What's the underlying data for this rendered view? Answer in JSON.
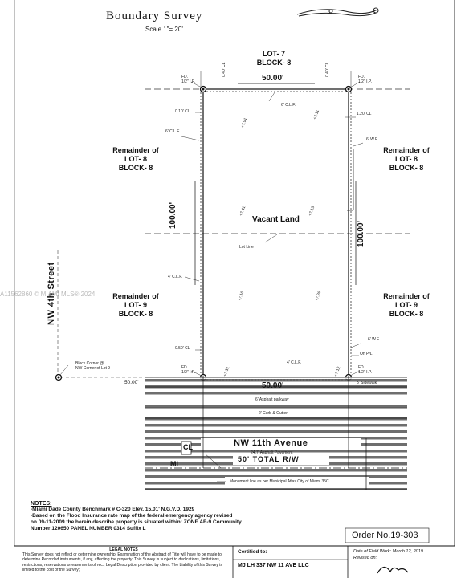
{
  "header": {
    "title": "Boundary Survey",
    "scale": "Scale 1\"= 20'"
  },
  "lots": {
    "top": [
      "LOT- 7",
      "BLOCK- 8"
    ],
    "left_upper": [
      "Remainder of",
      "LOT- 8",
      "BLOCK- 8"
    ],
    "right_upper": [
      "Remainder of",
      "LOT- 8",
      "BLOCK- 8"
    ],
    "left_lower": [
      "Remainder of",
      "LOT- 9",
      "BLOCK- 8"
    ],
    "right_lower": [
      "Remainder of",
      "LOT- 9",
      "BLOCK- 8"
    ],
    "center": "Vacant Land",
    "lot_line": "Lot Line"
  },
  "dimensions": {
    "top": "50.00'",
    "bottom": "50.00'",
    "left": "100.00'",
    "right": "100.00'",
    "street_offset": "50.00'"
  },
  "annotations": {
    "fd_tl": [
      "FD.",
      "1/2\" I.P."
    ],
    "fd_tr": [
      "FD.",
      "1/2\" I.P."
    ],
    "fd_bl": [
      "FD.",
      "1/2\" I.P."
    ],
    "fd_br": [
      "FD.",
      "1/2\" I.P."
    ],
    "cl_tl": "0.40' CL",
    "cl_tr": "0.40' CL",
    "cl_left_top": "0.10' CL",
    "cl_right_top": "1.20' CL",
    "clf_top": "6' C.L.F.",
    "clf_left_upper": "6' C.L.F.",
    "clf_left_lower": "4' C.L.F.",
    "clf_bottom": "4' C.L.F.",
    "wf_right_upper": "6' W.F.",
    "wf_right_lower": "6' W.F.",
    "cl_left_bottom": "0.50' CL",
    "on_pl": "On P/L",
    "block_corner": [
      "Block Corner @",
      "NW Corner of Lot 9"
    ],
    "sidewalk": "5' Sidewalk",
    "asphalt_parkway": "6' Asphalt parkway",
    "curb_gutter": "2' Curb & Gutter",
    "asphalt_pavement": "24.7' Asphalt Pavement",
    "monument": "Monument line as per Municipal Atlas City of Miami 35C",
    "elevations": [
      "+7.91",
      "+7.11",
      "+7.41",
      "+7.15",
      "+7.10",
      "+7.26",
      "+7.31",
      "+7.12"
    ]
  },
  "streets": {
    "west": "NW 4th Street",
    "south": "NW 11th Avenue",
    "south_row": "50' TOTAL R/W",
    "cl_symbol": "CL",
    "ml_symbol": "ML"
  },
  "watermark": "A11562860 © MIAMI MLS® 2024",
  "notes": {
    "title": "NOTES:",
    "lines": [
      "-Miami Dade County Benchmark # C-320 Elev. 15.01' N.G.V.D. 1929",
      "-Based on the Flood Insurance rate map of the federal emergency agency revised",
      "on 09-11-2009 the herein describe property is situated within: ZONE AE-9 Community",
      "Number 120650 PANEL NUMBER 0314 Suffix L"
    ]
  },
  "order": "Order No.19-303",
  "legal": {
    "title": "LEGAL NOTES",
    "text": "This Survey does not reflect or determine ownership. Examination of the Abstract of Title will have to be made to determine Recorded instruments, if any, affecting the property. This Survey is subject to dedications, limitations, restrictions, reservations or easements of rec.; Legal Description provided by client. The Liability of this Survey is limited to the cost of the Survey;"
  },
  "certified": {
    "label": "Certified to:",
    "name": "MJ LH 337 NW 11 AVE LLC"
  },
  "field": {
    "date": "Date of Field Work: March 12, 2019",
    "revised": "Revised on:"
  }
}
